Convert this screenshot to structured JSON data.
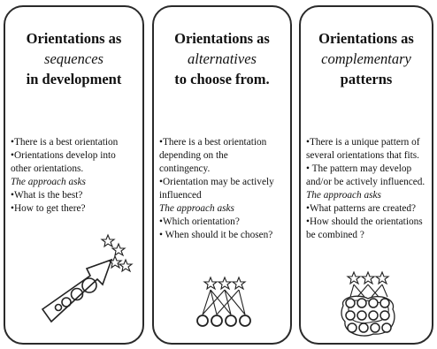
{
  "panels": [
    {
      "title_lines": [
        "Orientations as",
        "sequences",
        "in development"
      ],
      "body_lines": [
        "•There is a best orientation",
        "•Orientations develop into",
        "other orientations.",
        "The approach asks",
        "•What is the best?",
        "•How to get there?"
      ],
      "icon": "arrow-with-circles-and-stars-icon"
    },
    {
      "title_lines": [
        "Orientations as",
        "alternatives",
        "to choose from."
      ],
      "body_lines": [
        "•There is a best orientation",
        "depending on the",
        "contingency.",
        "•Orientation may be actively",
        "influenced",
        "The approach asks",
        "•Which orientation?",
        "• When should it be chosen?"
      ],
      "icon": "circles-to-stars-network-icon"
    },
    {
      "title_lines": [
        "Orientations as",
        "complementary",
        "patterns"
      ],
      "body_lines": [
        "•There is a unique pattern of",
        "several orientations that fits.",
        "• The pattern may develop",
        "and/or be actively influenced.",
        "The approach asks",
        "•What patterns are created?",
        "•How should the orientations",
        "be combined ?"
      ],
      "icon": "circle-cluster-with-stars-icon"
    }
  ]
}
